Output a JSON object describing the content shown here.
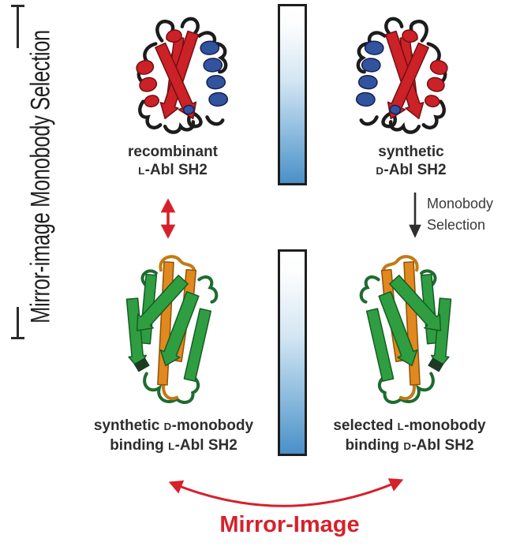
{
  "figure": {
    "axis_label": "Mirror-image Monobody Selection",
    "top_left": {
      "line1": "recombinant",
      "chiral": "L",
      "line2_rest": "-Abl SH2"
    },
    "top_right": {
      "line1": "synthetic",
      "chiral": "D",
      "line2_rest": "-Abl SH2"
    },
    "selection_arrow_label": {
      "line1": "Monobody",
      "line2": "Selection"
    },
    "bottom_left": {
      "line1a": "synthetic ",
      "chiral1": "D",
      "line1b": "-monobody",
      "line2a": "binding ",
      "chiral2": "L",
      "line2b": "-Abl SH2"
    },
    "bottom_right": {
      "line1a": "selected ",
      "chiral1": "L",
      "line1b": "-monobody",
      "line2a": "binding ",
      "chiral2": "D",
      "line2b": "-Abl SH2"
    },
    "mirror_label": "Mirror-Image",
    "colors": {
      "accent_red": "#d6212b",
      "sheet_red": "#cc2127",
      "helix_blue": "#32549f",
      "strand_green": "#2f9e41",
      "strand_orange": "#e1881f",
      "loop_black": "#1c1c1c",
      "bar_blue": "#4a90c8",
      "text_dark": "#2d2d2d"
    }
  }
}
